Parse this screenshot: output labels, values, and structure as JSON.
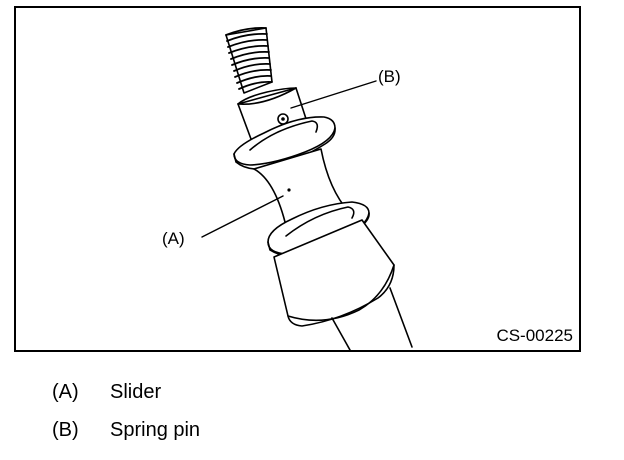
{
  "figure": {
    "callout_b": "(B)",
    "callout_a": "(A)",
    "code": "CS-00225"
  },
  "legend": [
    {
      "key": "(A)",
      "text": "Slider"
    },
    {
      "key": "(B)",
      "text": "Spring pin"
    }
  ]
}
